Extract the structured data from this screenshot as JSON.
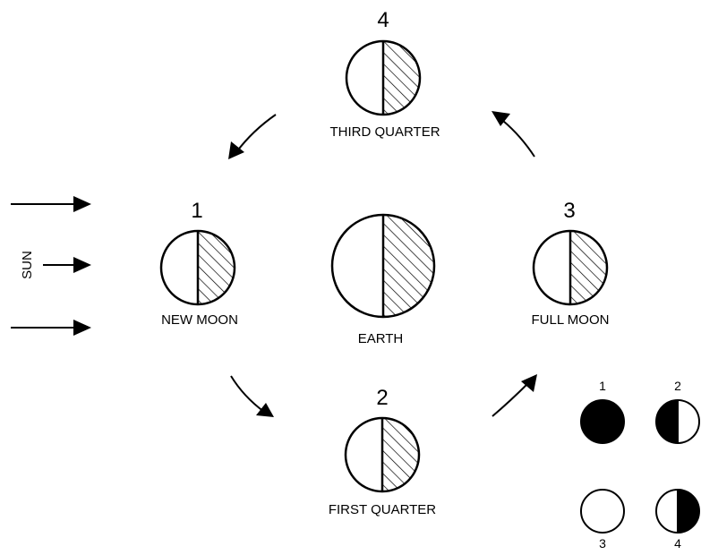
{
  "sun_label": "SUN",
  "earth_label": "EARTH",
  "moons": [
    {
      "number": "1",
      "label": "NEW MOON"
    },
    {
      "number": "2",
      "label": "FIRST QUARTER"
    },
    {
      "number": "3",
      "label": "FULL MOON"
    },
    {
      "number": "4",
      "label": "THIRD QUARTER"
    }
  ],
  "phase_key": [
    "1",
    "2",
    "3",
    "4"
  ]
}
